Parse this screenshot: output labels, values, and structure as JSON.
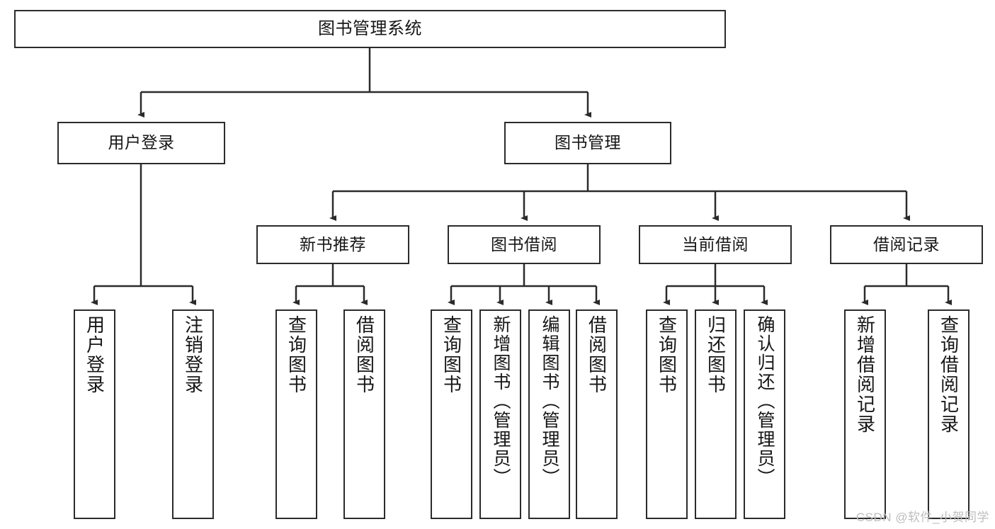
{
  "diagram": {
    "title": "图书管理系统",
    "type": "hierarchy-tree",
    "stroke_color": "#2b2b2b",
    "fill_color": "#ffffff",
    "text_color": "#161616"
  },
  "watermark": {
    "text": "CSDN @软件_小贺同学",
    "color": "#bdbdbd"
  },
  "nodes": {
    "root": {
      "label": "图书管理系统"
    },
    "level2": [
      {
        "label": "用户登录"
      },
      {
        "label": "图书管理"
      }
    ],
    "level3": [
      {
        "label": "新书推荐"
      },
      {
        "label": "图书借阅"
      },
      {
        "label": "当前借阅"
      },
      {
        "label": "借阅记录"
      }
    ],
    "leaves": {
      "user_login": [
        {
          "label": "用户登录"
        },
        {
          "label": "注销登录"
        }
      ],
      "new_book": [
        {
          "label": "查询图书"
        },
        {
          "label": "借阅图书"
        }
      ],
      "book_borrow": [
        {
          "label": "查询图书"
        },
        {
          "label": "新增图书（管理员）"
        },
        {
          "label": "编辑图书（管理员）"
        },
        {
          "label": "借阅图书"
        }
      ],
      "current_borrow": [
        {
          "label": "查询图书"
        },
        {
          "label": "归还图书"
        },
        {
          "label": "确认归还（管理员）"
        }
      ],
      "borrow_record": [
        {
          "label": "新增借阅记录"
        },
        {
          "label": "查询借阅记录"
        }
      ]
    }
  }
}
